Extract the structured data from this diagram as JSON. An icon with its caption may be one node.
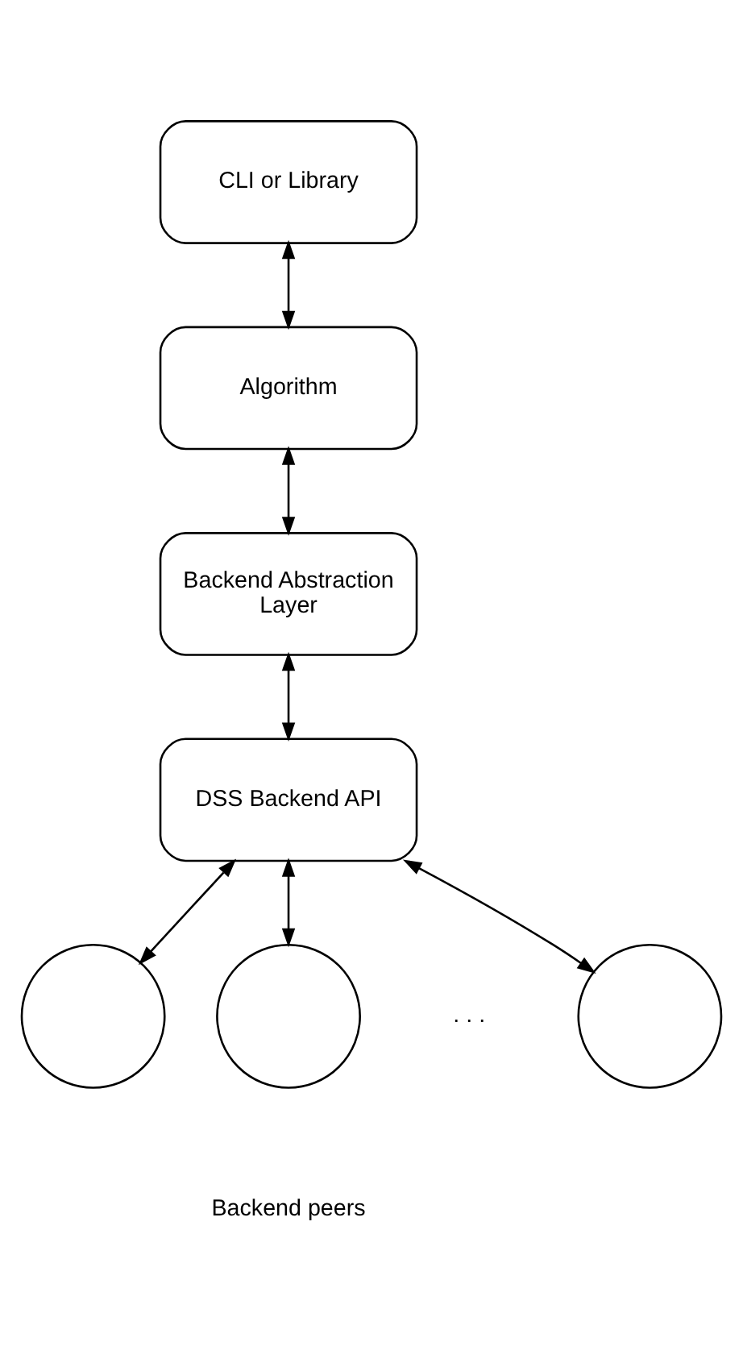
{
  "diagram": {
    "nodes": [
      {
        "text": [
          "CLI or Library"
        ]
      },
      {
        "text": [
          "Algorithm"
        ]
      },
      {
        "text": [
          "Backend Abstraction Layer"
        ]
      },
      {
        "text": [
          "DSS Backend API"
        ]
      },
      {
        "text": [],
        "shape": "circle"
      },
      {
        "text": [],
        "shape": "circle"
      },
      {
        "text": [],
        "shape": "circle"
      }
    ],
    "edges": [
      {
        "from": 0,
        "to": 1,
        "arrow": "both"
      },
      {
        "from": 1,
        "to": 2,
        "arrow": "both"
      },
      {
        "from": 2,
        "to": 3,
        "arrow": "both"
      },
      {
        "from": 3,
        "to": 4,
        "arrow": "both"
      },
      {
        "from": 3,
        "to": 5,
        "arrow": "both"
      },
      {
        "from": 3,
        "to": 6,
        "arrow": "both"
      }
    ],
    "labels": [
      ". . .",
      "Backend peers"
    ]
  }
}
